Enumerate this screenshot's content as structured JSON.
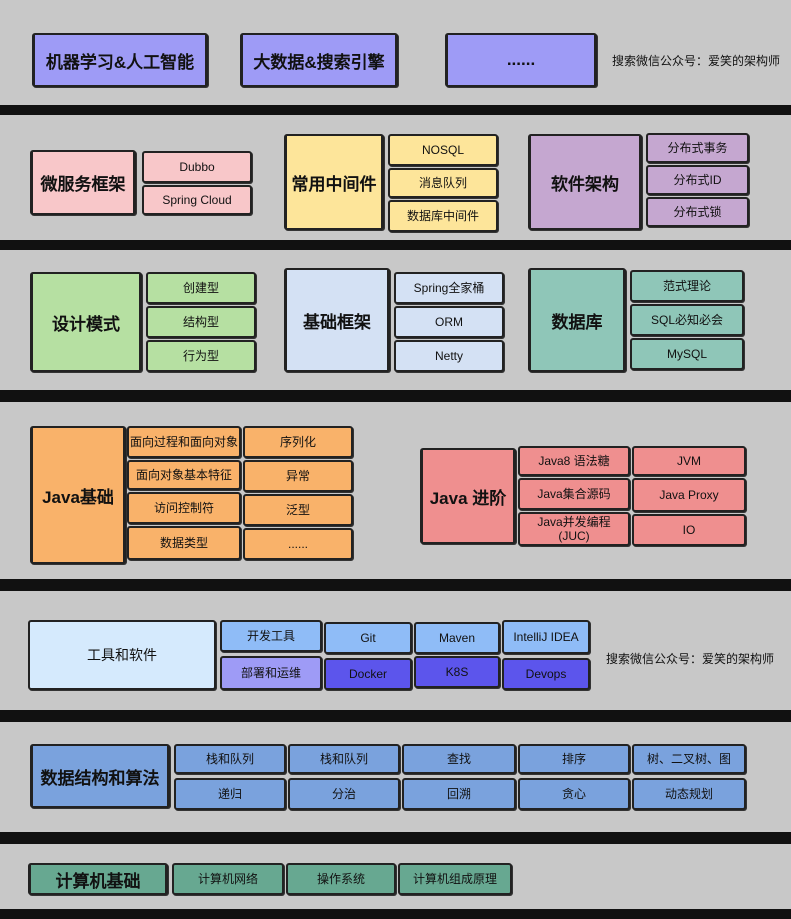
{
  "sections": {
    "top": {
      "items": [
        "机器学习&人工智能",
        "大数据&搜索引擎",
        "......"
      ],
      "note": "搜索微信公众号：爱笑的架构师"
    },
    "row2": {
      "microservice": {
        "title": "微服务框架",
        "items": [
          "Dubbo",
          "Spring Cloud"
        ]
      },
      "middleware": {
        "title": "常用中间件",
        "items": [
          "NOSQL",
          "消息队列",
          "数据库中间件"
        ]
      },
      "architecture": {
        "title": "软件架构",
        "items": [
          "分布式事务",
          "分布式ID",
          "分布式锁"
        ]
      }
    },
    "row3": {
      "patterns": {
        "title": "设计模式",
        "items": [
          "创建型",
          "结构型",
          "行为型"
        ]
      },
      "framework": {
        "title": "基础框架",
        "items": [
          "Spring全家桶",
          "ORM",
          "Netty"
        ]
      },
      "database": {
        "title": "数据库",
        "items": [
          "范式理论",
          "SQL必知必会",
          "MySQL"
        ]
      }
    },
    "row4": {
      "java": {
        "title": "Java基础",
        "items": [
          "面向过程和面向对象",
          "面向对象基本特征",
          "访问控制符",
          "数据类型",
          "序列化",
          "异常",
          "泛型",
          "......"
        ]
      },
      "javaAdv": {
        "title": "Java 进阶",
        "items": [
          "Java8 语法糖",
          "Java集合源码",
          "Java并发编程\n(JUC)",
          "JVM",
          "Java Proxy",
          "IO"
        ]
      }
    },
    "row5": {
      "tools": {
        "title": "工具和软件",
        "items": [
          "开发工具",
          "Git",
          "Maven",
          "IntelliJ IDEA",
          "部署和运维",
          "Docker",
          "K8S",
          "Devops"
        ]
      },
      "note": "搜索微信公众号：爱笑的架构师"
    },
    "row6": {
      "dsa": {
        "title": "数据结构和算法",
        "items": [
          "栈和队列",
          "栈和队列",
          "查找",
          "排序",
          "树、二叉树、图",
          "递归",
          "分治",
          "回溯",
          "贪心",
          "动态规划"
        ]
      }
    },
    "row7": {
      "cs": {
        "title": "计算机基础",
        "items": [
          "计算机网络",
          "操作系统",
          "计算机组成原理"
        ]
      }
    }
  }
}
